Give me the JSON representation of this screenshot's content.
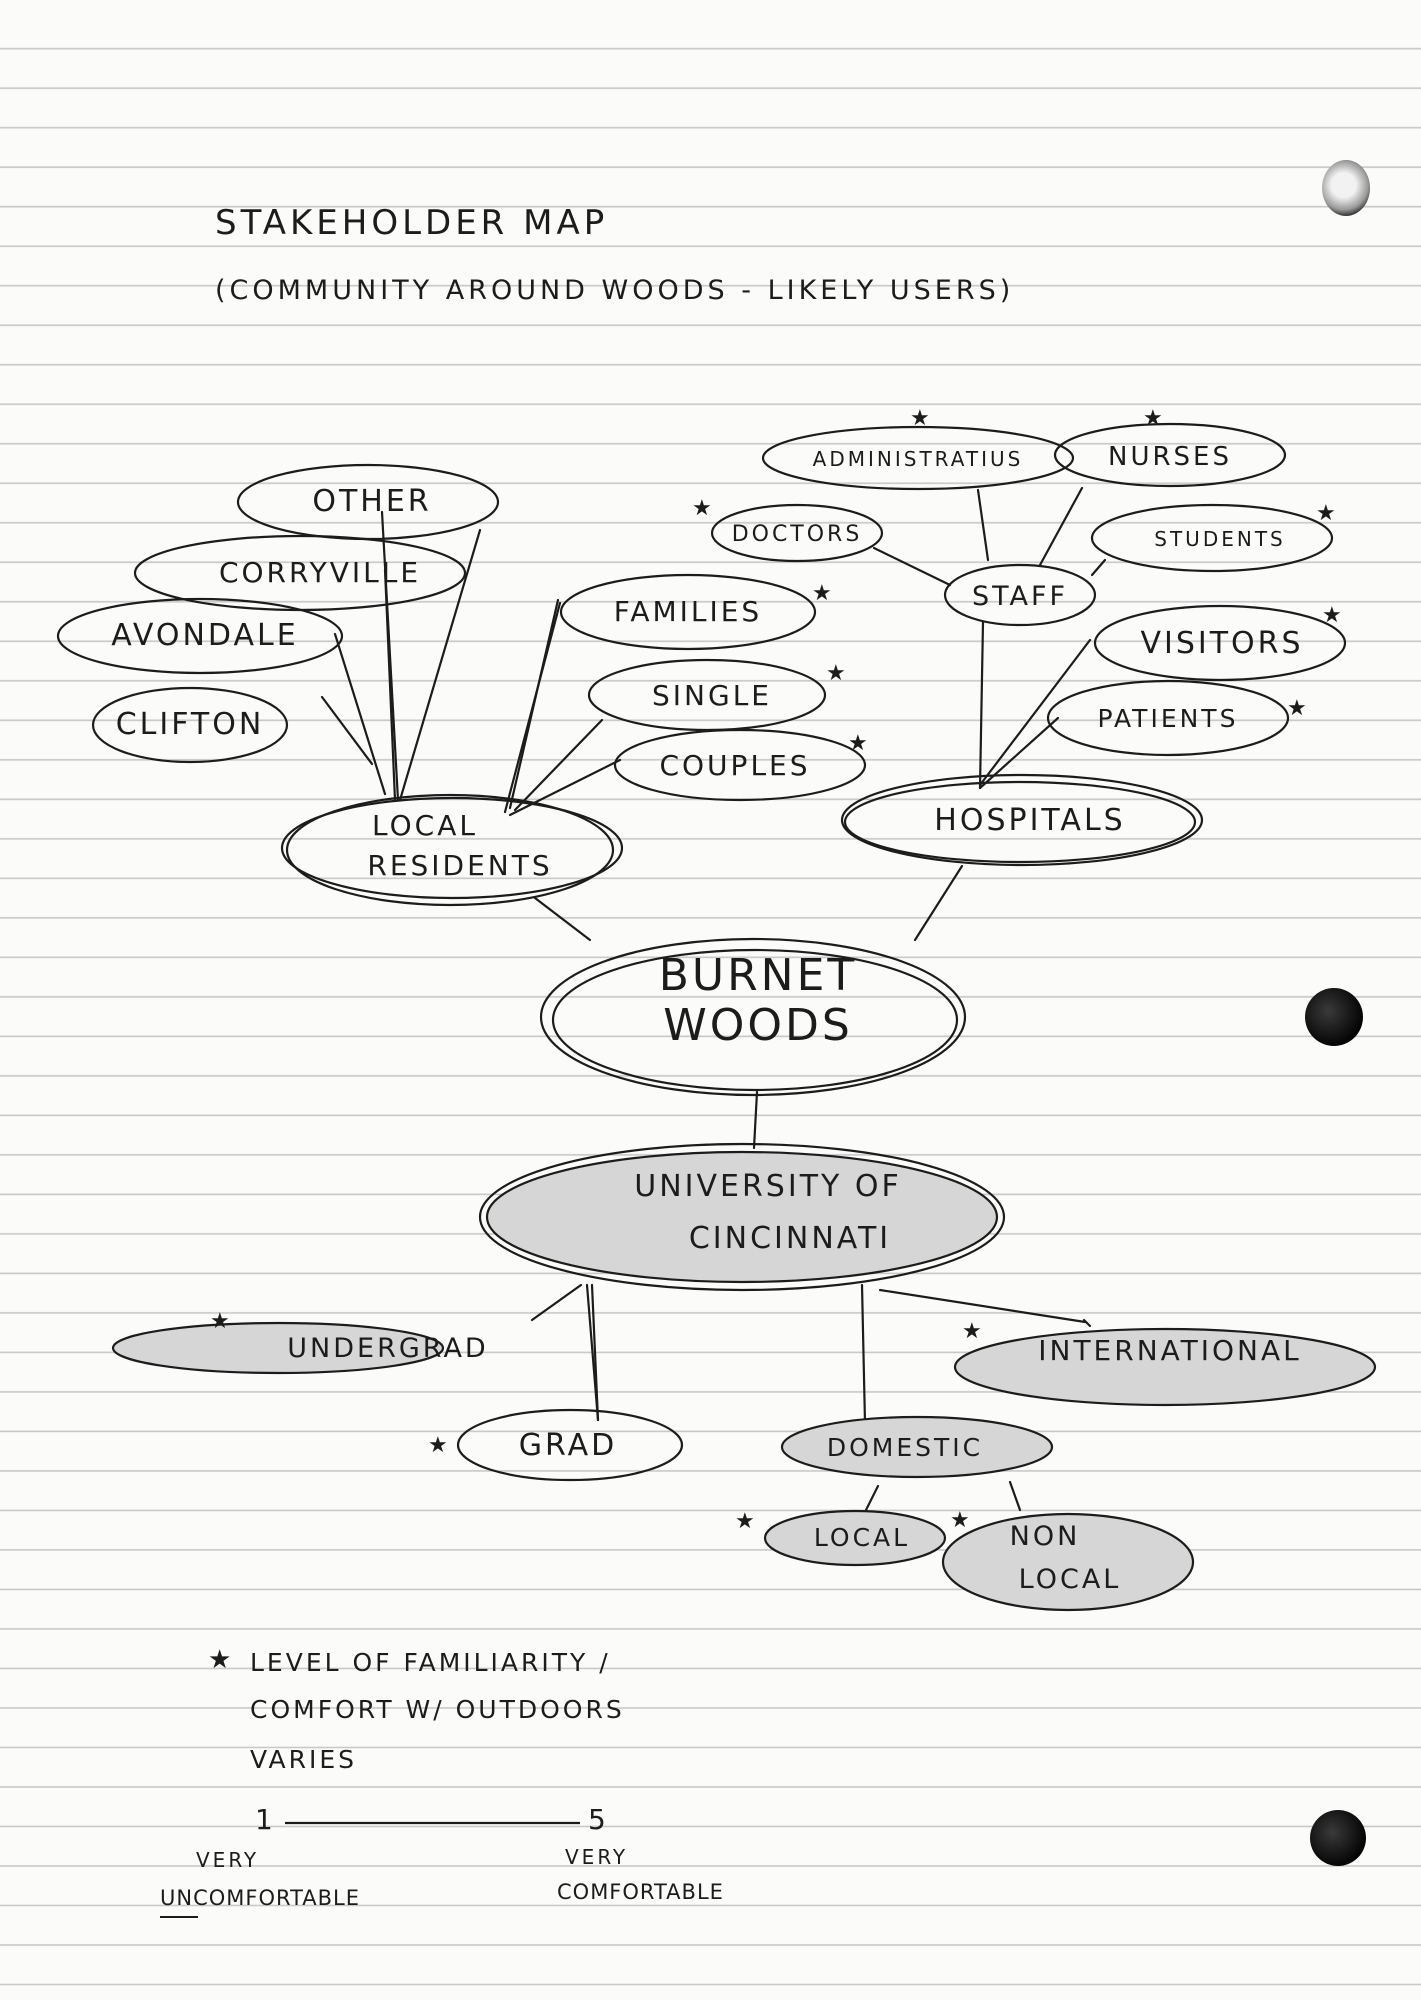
{
  "title": "STAKEHOLDER MAP",
  "subtitle": "(COMMUNITY AROUND WOODS - LIKELY USERS)",
  "nodes": {
    "burnet": "BURNET",
    "woods": "WOODS",
    "local_residents_1": "LOCAL",
    "local_residents_2": "RESIDENTS",
    "hospitals": "HOSPITALS",
    "staff": "STAFF",
    "administratius": "ADMINISTRATIUS",
    "nurses": "NURSES",
    "doctors": "DOCTORS",
    "students": "STUDENTS",
    "visitors": "VISITORS",
    "patients": "PATIENTS",
    "other": "OTHER",
    "corryville": "CORRYVILLE",
    "avondale": "AVONDALE",
    "clifton": "CLIFTON",
    "families": "FAMILIES",
    "single": "SINGLE",
    "couples": "COUPLES",
    "uc_1": "UNIVERSITY OF",
    "uc_2": "CINCINNATI",
    "undergrad": "UNDERGRAD",
    "grad": "GRAD",
    "domestic": "DOMESTIC",
    "international": "INTERNATIONAL",
    "local": "LOCAL",
    "non_local_1": "NON",
    "non_local_2": "LOCAL"
  },
  "star_symbol": "★",
  "legend": {
    "line1": "LEVEL OF FAMILIARITY /",
    "line2": "COMFORT W/ OUTDOORS",
    "line3": "VARIES"
  },
  "scale": {
    "min_value": "1",
    "max_value": "5",
    "min_label_1": "VERY",
    "min_label_2": "UNCOMFORTABLE",
    "max_label_1": "VERY",
    "max_label_2": "COMFORTABLE"
  },
  "colors": {
    "ink": "#1c1c1c",
    "highlight": "#d6d6d6",
    "paper": "#fbfbfa",
    "rule": "#c9c9c9"
  }
}
